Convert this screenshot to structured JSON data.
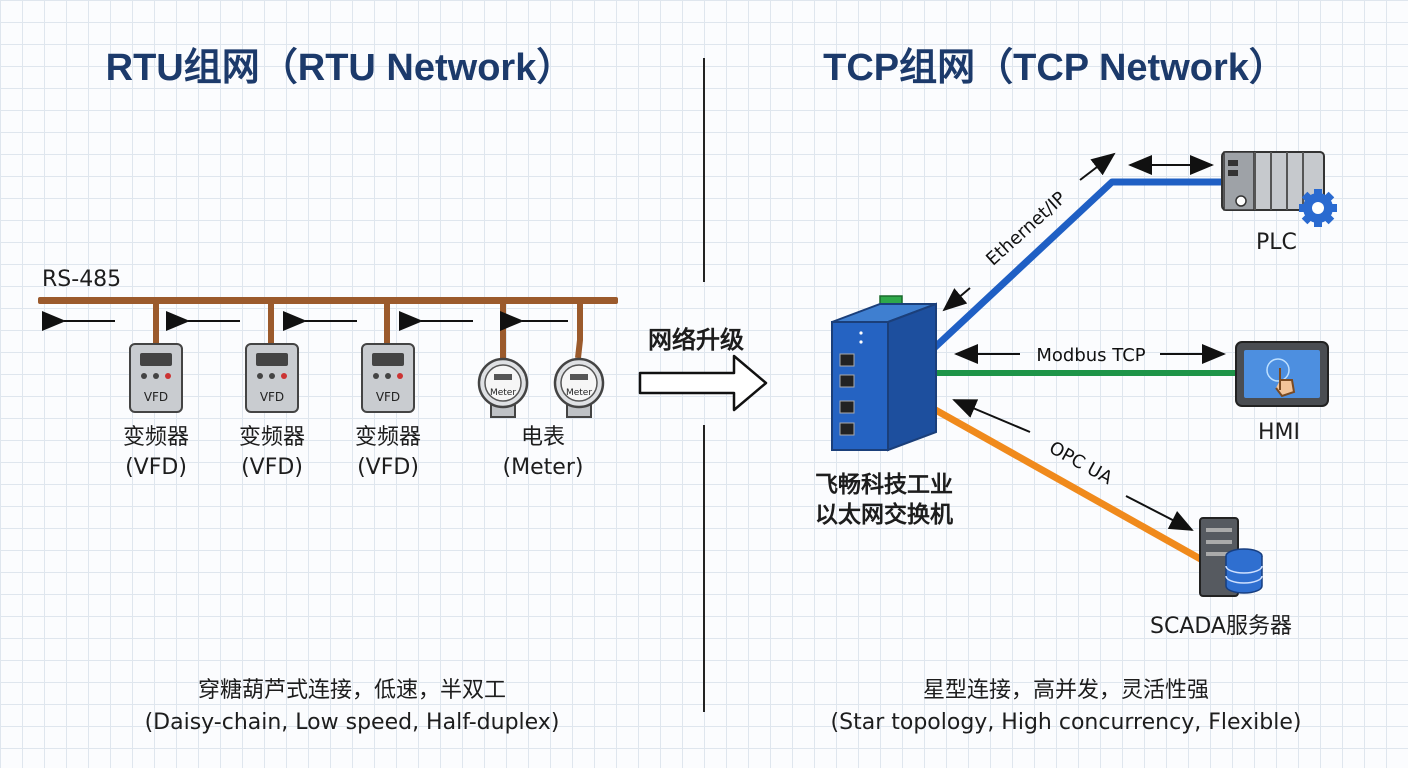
{
  "left": {
    "title": "RTU组网（RTU Network）",
    "bus_label": "RS-485",
    "devices": [
      {
        "device_text": "VFD",
        "name": "变频器",
        "sub": "(VFD)"
      },
      {
        "device_text": "VFD",
        "name": "变频器",
        "sub": "(VFD)"
      },
      {
        "device_text": "VFD",
        "name": "变频器",
        "sub": "(VFD)"
      }
    ],
    "meter": {
      "device_text": "Meter",
      "name": "电表",
      "sub": "(Meter)"
    },
    "footer": {
      "line1": "穿糖葫芦式连接，低速，半双工",
      "line2": "(Daisy-chain, Low speed, Half-duplex)"
    }
  },
  "middle": {
    "upgrade_label": "网络升级"
  },
  "right": {
    "title": "TCP组网（TCP Network）",
    "switch": {
      "line1": "飞畅科技工业",
      "line2": "以太网交换机"
    },
    "links": [
      {
        "protocol": "Ethernet/IP",
        "target": "PLC",
        "color": "#1f5fc4"
      },
      {
        "protocol": "Modbus TCP",
        "target": "HMI",
        "color": "#1e9448"
      },
      {
        "protocol": "OPC UA",
        "target": "SCADA服务器",
        "color": "#f08a1c"
      }
    ],
    "footer": {
      "line1": "星型连接，高并发，灵活性强",
      "line2": "(Star topology, High concurrency, Flexible)"
    }
  }
}
